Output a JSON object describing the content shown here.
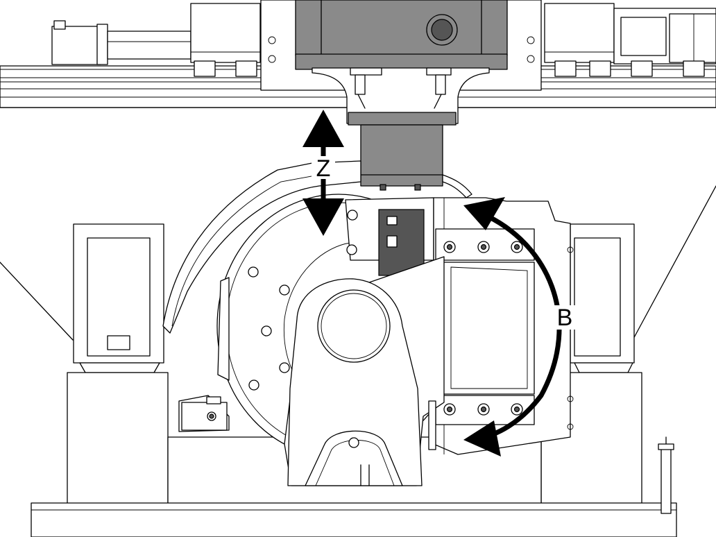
{
  "diagram": {
    "axes": [
      {
        "id": "z",
        "label": "Z",
        "motion": "linear"
      },
      {
        "id": "b",
        "label": "B",
        "motion": "rotary"
      }
    ],
    "colors": {
      "line": "#000000",
      "background": "#ffffff",
      "spindle_housing": "#8a8a8a",
      "motor": "#555555"
    }
  }
}
